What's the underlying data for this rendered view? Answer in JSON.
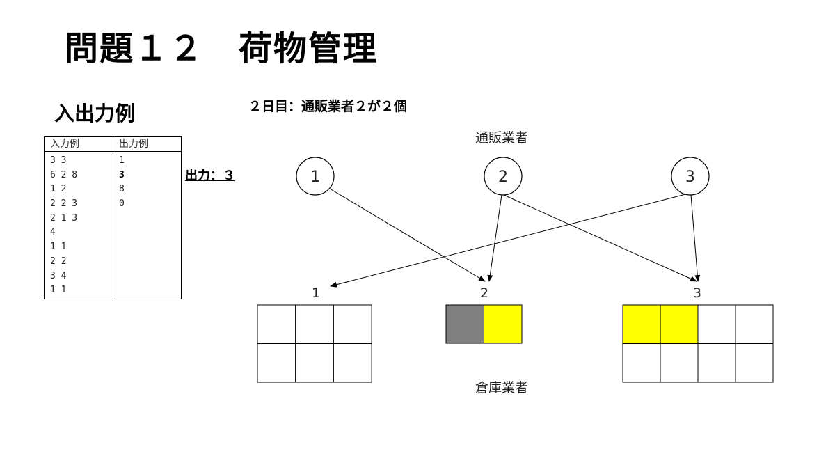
{
  "title": "問題１２　荷物管理",
  "section_title": "入出力例",
  "day_caption": "２日目：通販業者２が２個",
  "output_note": "出力：３",
  "io_table": {
    "input_header": "入力例",
    "output_header": "出力例",
    "input_rows": [
      "3 3",
      "6 2 8",
      "1 2",
      "2 2 3",
      "2 1 3",
      "4",
      "1 1",
      "2 2",
      "3 4",
      "1 1"
    ],
    "output_rows": [
      "1",
      "3",
      "8",
      "0"
    ],
    "highlighted_output_index": 1
  },
  "diagram": {
    "top_group_label": "通販業者",
    "bottom_group_label": "倉庫業者",
    "vendors": [
      {
        "label": "1"
      },
      {
        "label": "2"
      },
      {
        "label": "3"
      }
    ],
    "warehouses": [
      {
        "label": "1",
        "rows": 2,
        "cols": 3,
        "cells": [
          "empty",
          "empty",
          "empty",
          "empty",
          "empty",
          "empty"
        ]
      },
      {
        "label": "2",
        "rows": 1,
        "cols": 2,
        "cells": [
          "gray",
          "yellow"
        ]
      },
      {
        "label": "3",
        "rows": 2,
        "cols": 4,
        "cells": [
          "yellow",
          "yellow",
          "empty",
          "empty",
          "empty",
          "empty",
          "empty",
          "empty"
        ]
      }
    ],
    "connections": [
      {
        "from_vendor": "1",
        "to_warehouse": "2"
      },
      {
        "from_vendor": "2",
        "to_warehouse": "2"
      },
      {
        "from_vendor": "2",
        "to_warehouse": "3"
      },
      {
        "from_vendor": "3",
        "to_warehouse": "1"
      },
      {
        "from_vendor": "3",
        "to_warehouse": "3"
      }
    ],
    "colors": {
      "yellow": "#ffff00",
      "gray": "#808080",
      "empty": "#ffffff"
    }
  }
}
